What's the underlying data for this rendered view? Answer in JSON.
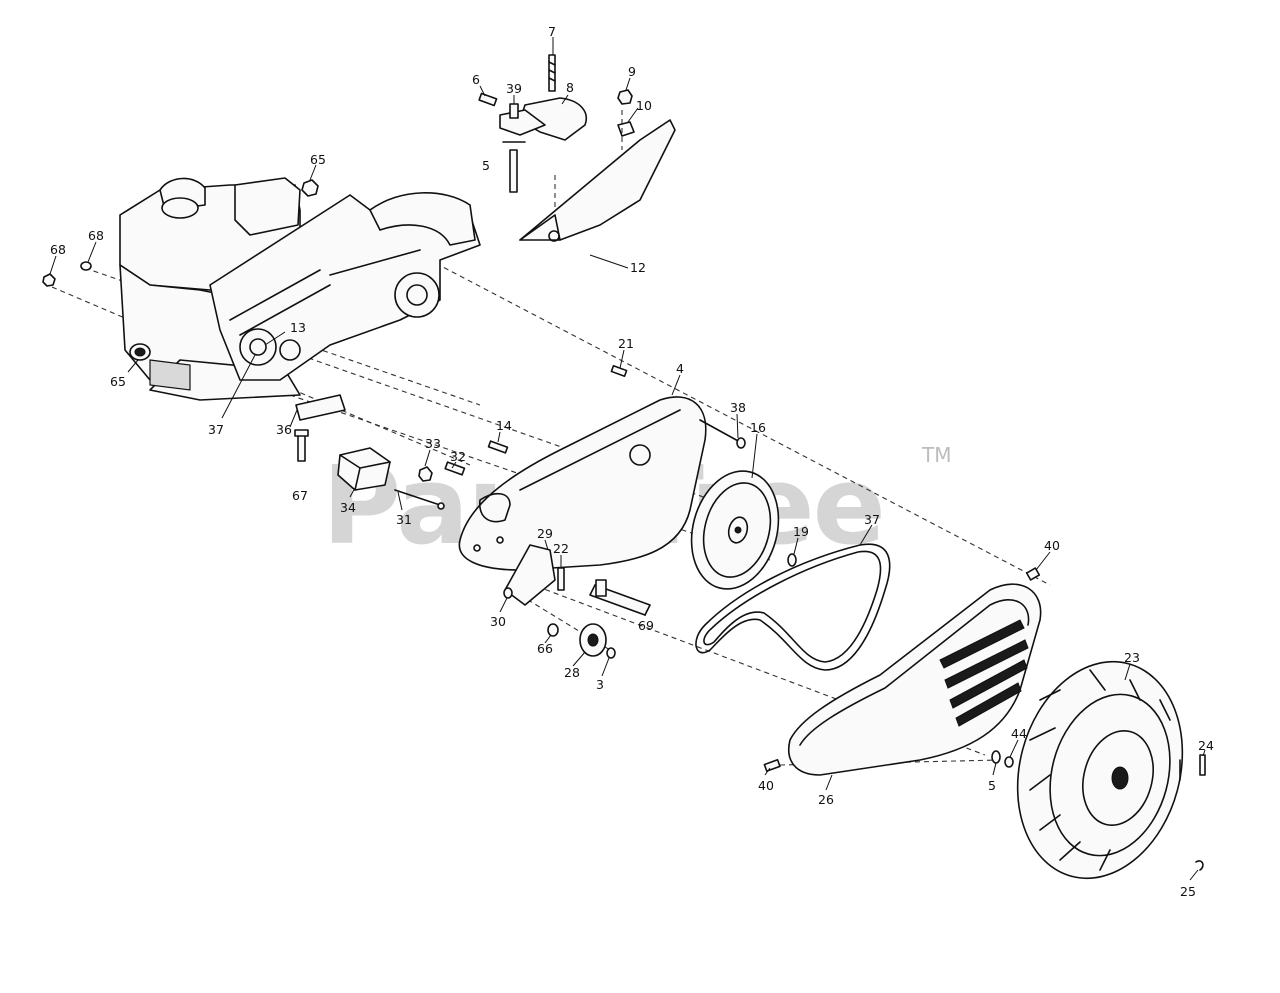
{
  "watermark": {
    "text": "PartsTree",
    "trademark": "TM"
  },
  "callouts": [
    {
      "id": "c7",
      "label": "7"
    },
    {
      "id": "c6",
      "label": "6"
    },
    {
      "id": "c39",
      "label": "39"
    },
    {
      "id": "c8",
      "label": "8"
    },
    {
      "id": "c9",
      "label": "9"
    },
    {
      "id": "c10",
      "label": "10"
    },
    {
      "id": "c5a",
      "label": "5"
    },
    {
      "id": "c65a",
      "label": "65"
    },
    {
      "id": "c68a",
      "label": "68"
    },
    {
      "id": "c68b",
      "label": "68"
    },
    {
      "id": "c12",
      "label": "12"
    },
    {
      "id": "c13",
      "label": "13"
    },
    {
      "id": "c65b",
      "label": "65"
    },
    {
      "id": "c37a",
      "label": "37"
    },
    {
      "id": "c21",
      "label": "21"
    },
    {
      "id": "c4",
      "label": "4"
    },
    {
      "id": "c38",
      "label": "38"
    },
    {
      "id": "c14",
      "label": "14"
    },
    {
      "id": "c36",
      "label": "36"
    },
    {
      "id": "c33",
      "label": "33"
    },
    {
      "id": "c32",
      "label": "32"
    },
    {
      "id": "c67",
      "label": "67"
    },
    {
      "id": "c34",
      "label": "34"
    },
    {
      "id": "c31",
      "label": "31"
    },
    {
      "id": "c16",
      "label": "16"
    },
    {
      "id": "c37b",
      "label": "37"
    },
    {
      "id": "c19",
      "label": "19"
    },
    {
      "id": "c40a",
      "label": "40"
    },
    {
      "id": "c29",
      "label": "29"
    },
    {
      "id": "c22",
      "label": "22"
    },
    {
      "id": "c30",
      "label": "30"
    },
    {
      "id": "c69",
      "label": "69"
    },
    {
      "id": "c66",
      "label": "66"
    },
    {
      "id": "c28",
      "label": "28"
    },
    {
      "id": "c3",
      "label": "3"
    },
    {
      "id": "c23",
      "label": "23"
    },
    {
      "id": "c44",
      "label": "44"
    },
    {
      "id": "c24",
      "label": "24"
    },
    {
      "id": "c5b",
      "label": "5"
    },
    {
      "id": "c40b",
      "label": "40"
    },
    {
      "id": "c26",
      "label": "26"
    },
    {
      "id": "c25",
      "label": "25"
    }
  ]
}
